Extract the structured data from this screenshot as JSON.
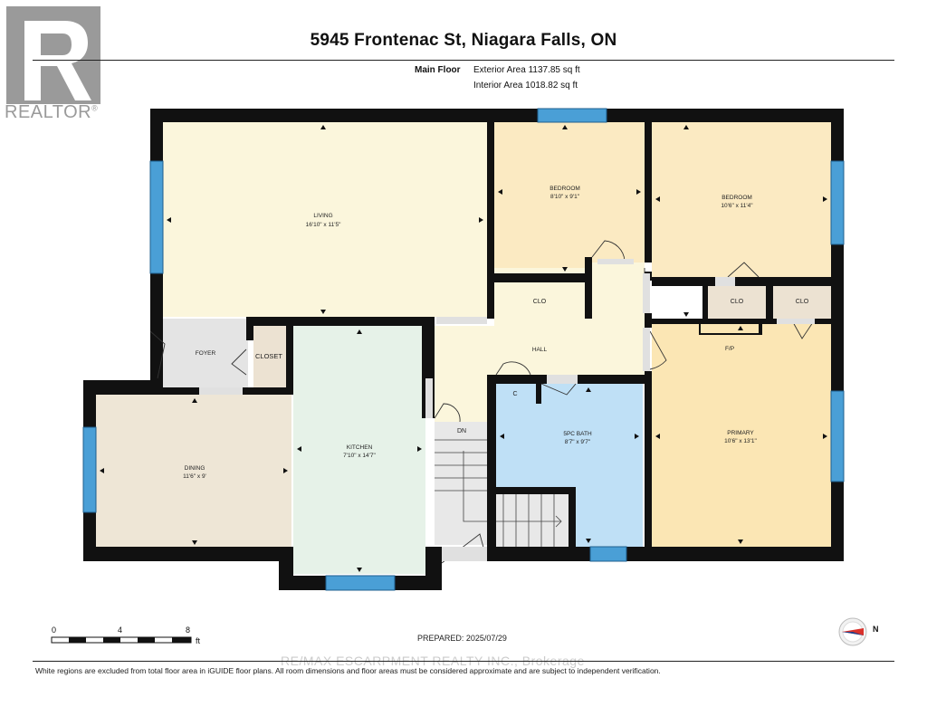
{
  "header": {
    "title": "5945 Frontenac St, Niagara Falls, ON",
    "floor_label": "Main Floor",
    "exterior_area": "Exterior Area 1137.85 sq ft",
    "interior_area": "Interior Area 1018.82 sq ft"
  },
  "logo": {
    "text": "REALTOR",
    "registered": "®"
  },
  "rooms": [
    {
      "name": "LIVING",
      "dims": "16'10\" x 11'5\""
    },
    {
      "name": "BEDROOM",
      "dims": "8'10\" x 9'1\""
    },
    {
      "name": "BEDROOM",
      "dims": "10'6\" x 11'4\""
    },
    {
      "name": "FOYER",
      "dims": ""
    },
    {
      "name": "CLOSET",
      "dims": ""
    },
    {
      "name": "HALL",
      "dims": ""
    },
    {
      "name": "DINING",
      "dims": "11'6\" x 9'"
    },
    {
      "name": "KITCHEN",
      "dims": "7'10\" x 14'7\""
    },
    {
      "name": "5PC BATH",
      "dims": "8'7\" x 9'7\""
    },
    {
      "name": "PRIMARY",
      "dims": "10'6\" x 13'1\""
    }
  ],
  "small_labels": {
    "clo": "CLO",
    "c": "C",
    "dn": "DN",
    "fp": "F/P"
  },
  "scale": {
    "ticks": [
      "0",
      "4",
      "8"
    ],
    "unit": "ft"
  },
  "prepared": "PREPARED: 2025/07/29",
  "watermark": "RE/MAX ESCARPMENT REALTY INC., Brokerage",
  "footnote": "White regions are excluded from total floor area in iGUIDE floor plans. All room dimensions and floor areas must be considered approximate and are subject to independent verification.",
  "compass": {
    "label": "N"
  },
  "colors": {
    "wall": "#111111",
    "living": "#fbf6dc",
    "bedroom": "#fbeac2",
    "primary": "#fbe6b4",
    "kitchen": "#e6f2e8",
    "dining": "#eee6d6",
    "bath": "#bfe0f6",
    "closet": "#ece2d2",
    "foyer": "#e4e4e4",
    "stairs": "#e8e8e8",
    "window": "#4a9fd6"
  }
}
